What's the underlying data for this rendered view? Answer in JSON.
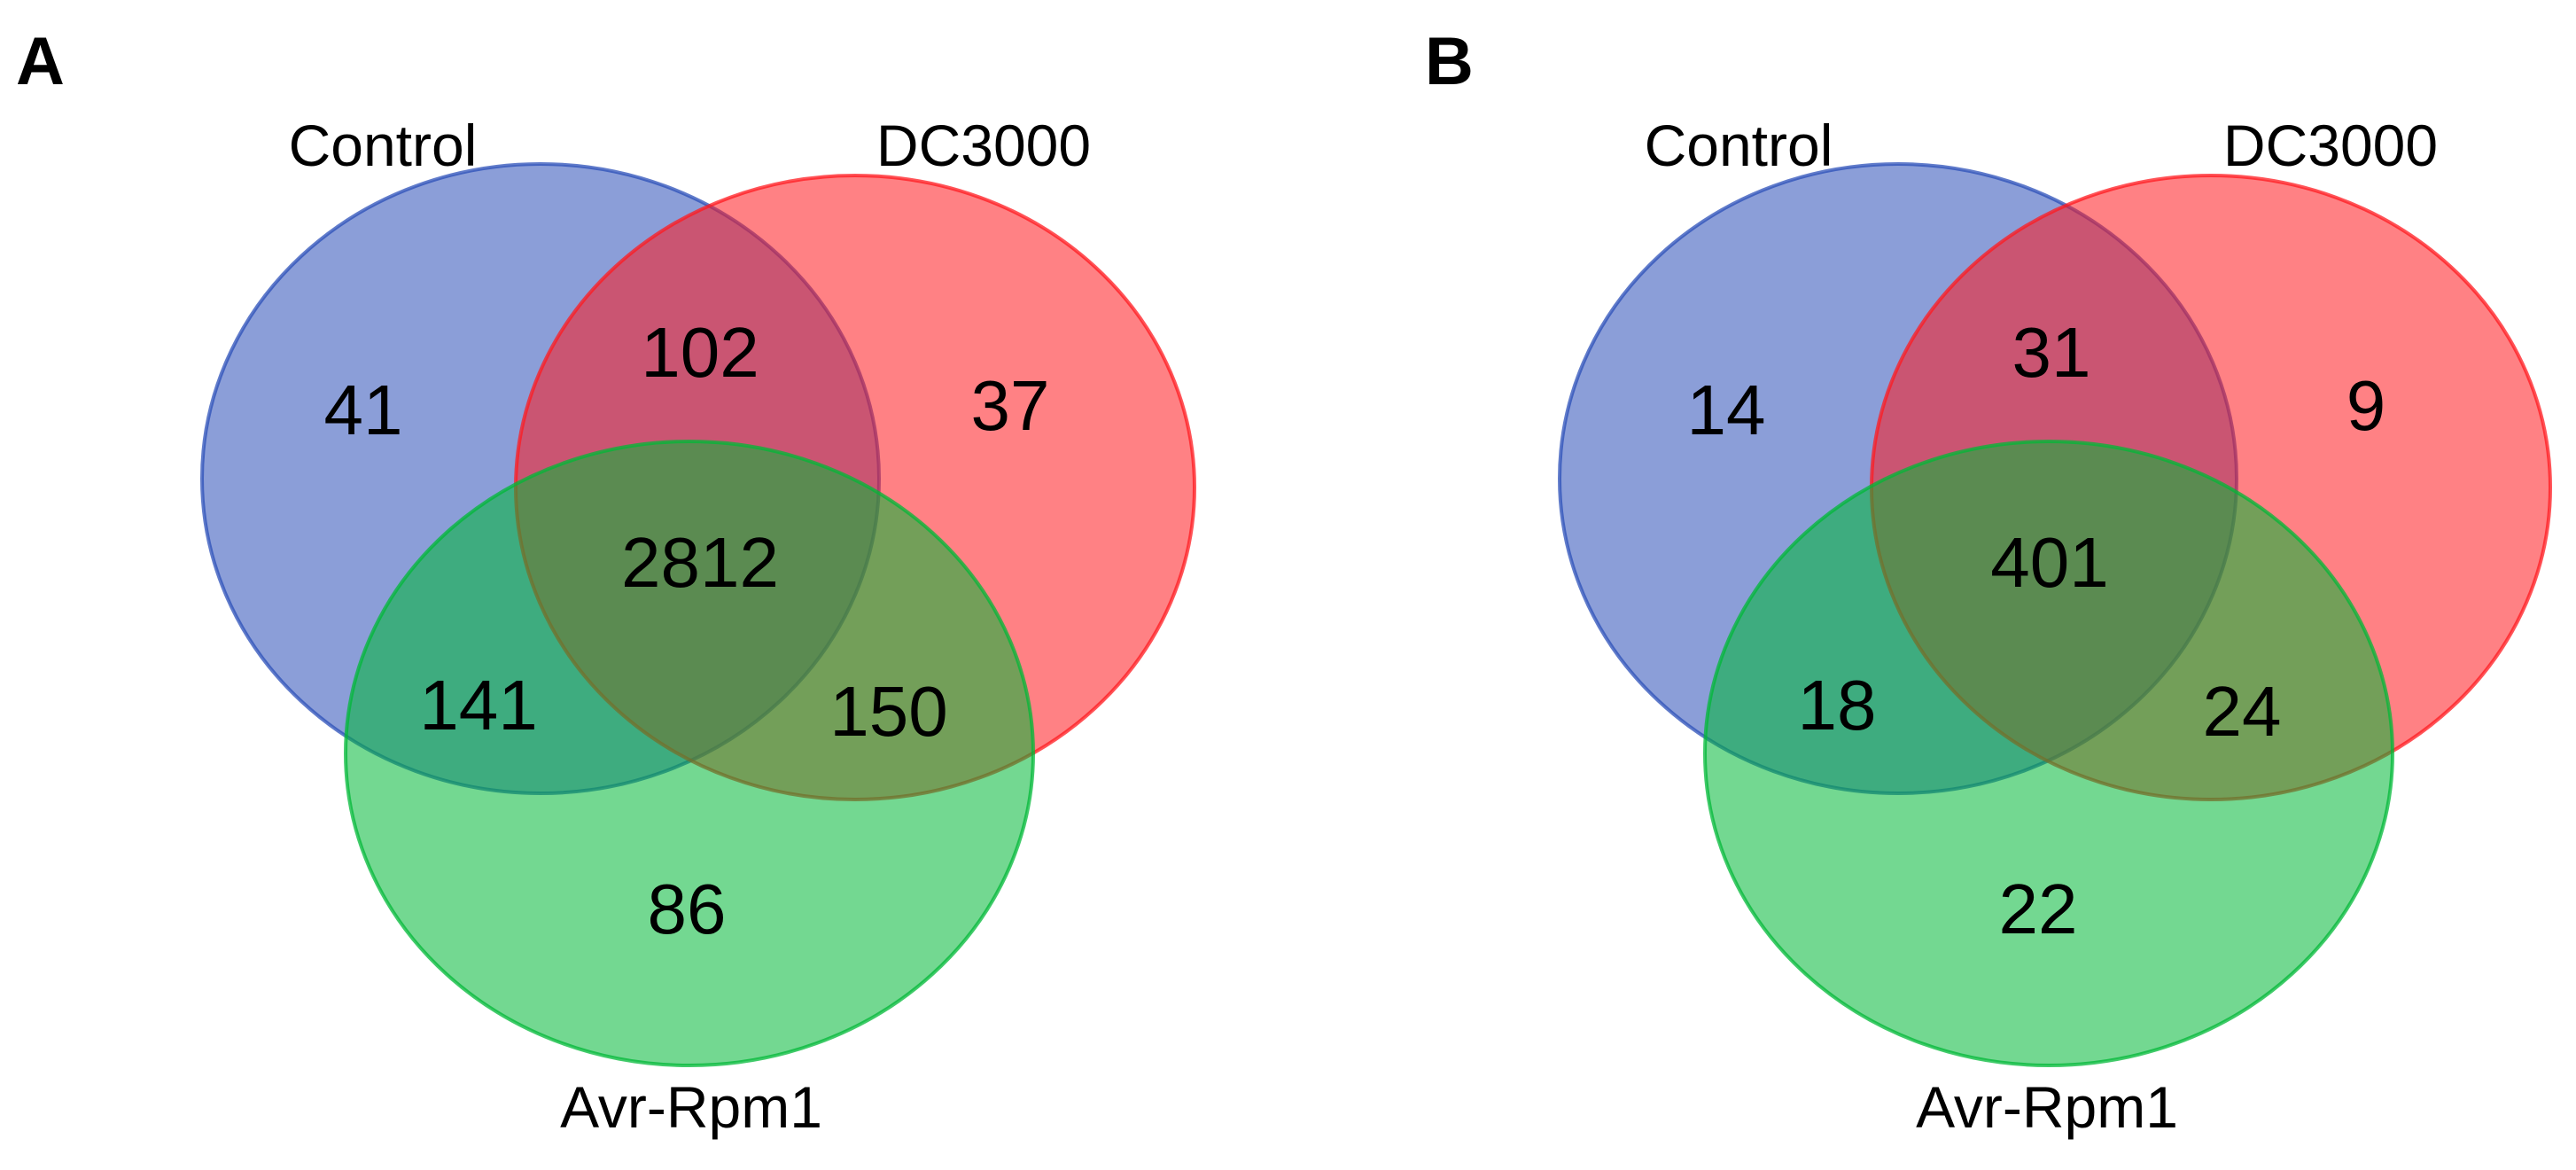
{
  "colors": {
    "Control": "#2b4fb8",
    "DC3000": "#ff1a1f",
    "Avr-Rpm1": "#00b837"
  },
  "panels": [
    {
      "letter": "A",
      "sets": [
        "Control",
        "DC3000",
        "Avr-Rpm1"
      ],
      "counts": {
        "control_only": "41",
        "dc3000_only": "37",
        "avr_only": "86",
        "control_dc3000": "102",
        "control_avr": "141",
        "dc3000_avr": "150",
        "all_three": "2812"
      }
    },
    {
      "letter": "B",
      "sets": [
        "Control",
        "DC3000",
        "Avr-Rpm1"
      ],
      "counts": {
        "control_only": "14",
        "dc3000_only": "9",
        "avr_only": "22",
        "control_dc3000": "31",
        "control_avr": "18",
        "dc3000_avr": "24",
        "all_three": "401"
      }
    }
  ]
}
